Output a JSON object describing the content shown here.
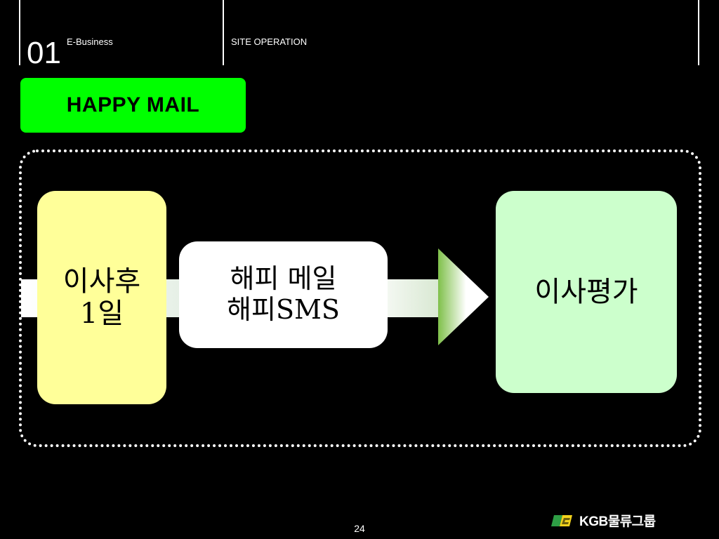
{
  "header": {
    "section_number": "01",
    "section_name": "E-Business",
    "right_label": "SITE OPERATION"
  },
  "title": {
    "label": "HAPPY MAIL"
  },
  "diagram": {
    "step_move": {
      "lines": [
        "이사후",
        "1일"
      ]
    },
    "step_mail": {
      "lines": [
        "해피 메일",
        "해피SMS"
      ]
    },
    "step_eval": {
      "lines": [
        "이사평가"
      ]
    }
  },
  "footer": {
    "page_number": "24",
    "logo_text": "KGB물류그룹",
    "logo_icon": "kgb-logo-mark"
  },
  "colors": {
    "title_bg": "#00ff00",
    "step_move_bg": "#ffff99",
    "step_mail_bg": "#ffffff",
    "step_eval_bg": "#ccffcc",
    "arrow_green": "#7fc04a",
    "logo_green": "#2e9e45",
    "logo_yellow": "#f2d21c"
  }
}
